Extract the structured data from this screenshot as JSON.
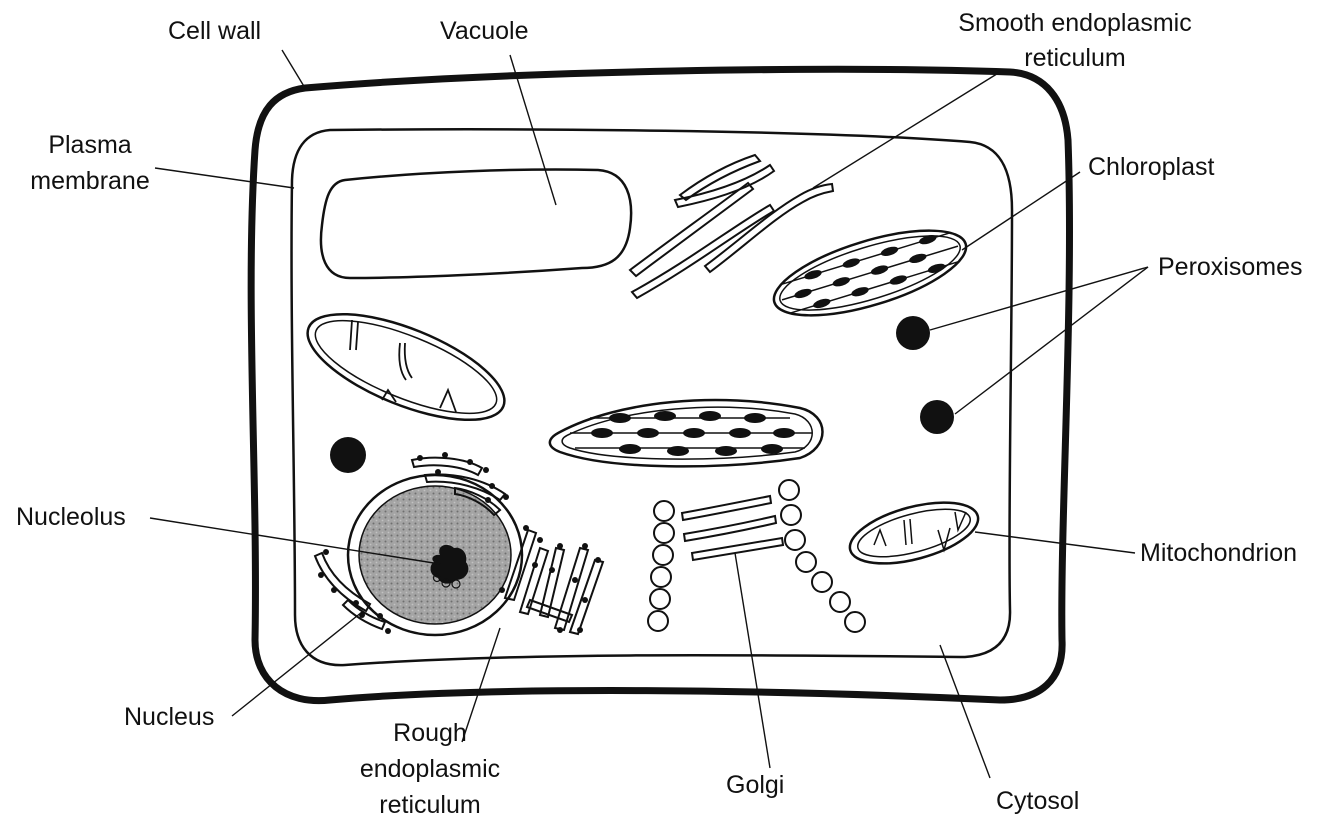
{
  "diagram": {
    "labels": {
      "cell_wall": "Cell wall",
      "vacuole": "Vacuole",
      "smooth_er_line1": "Smooth endoplasmic",
      "smooth_er_line2": "reticulum",
      "plasma_line1": "Plasma",
      "plasma_line2": "membrane",
      "chloroplast": "Chloroplast",
      "peroxisomes": "Peroxisomes",
      "nucleolus": "Nucleolus",
      "mitochondrion": "Mitochondrion",
      "nucleus": "Nucleus",
      "rough_er_line1": "Rough",
      "rough_er_line2": "endoplasmic",
      "rough_er_line3": "reticulum",
      "golgi": "Golgi",
      "cytosol": "Cytosol"
    },
    "colors": {
      "ink": "#111111",
      "nucleus_fill": "#9a9a9a",
      "background": "#ffffff"
    }
  }
}
